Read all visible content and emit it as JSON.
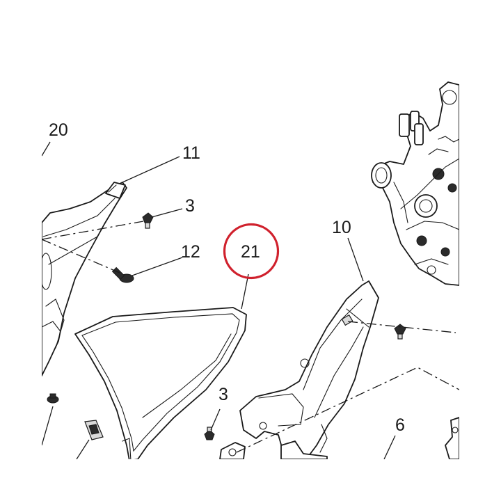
{
  "diagram": {
    "highlight_color": "#d0212d",
    "line_color": "#1a1a1a",
    "background": "#ffffff",
    "callouts": {
      "c20": "20",
      "c11": "11",
      "c3_top": "3",
      "c12": "12",
      "c21": "21",
      "c10": "10",
      "c3_bottom": "3",
      "c6": "6"
    },
    "highlighted_callout": "21"
  }
}
